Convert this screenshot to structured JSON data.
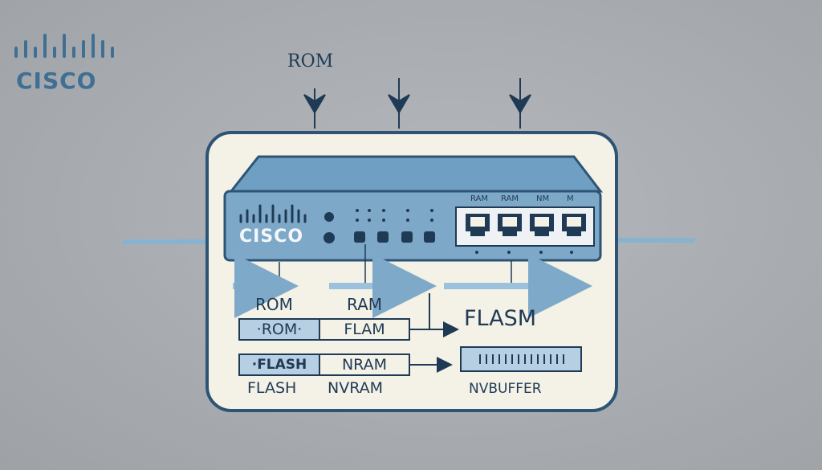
{
  "logo": {
    "word": "CISCO"
  },
  "device": {
    "logo_word": "CISCO",
    "port_labels": [
      "RAM",
      "RAM",
      "NM",
      "M"
    ]
  },
  "labels": {
    "top_rom": "ROM",
    "row_rom": "ROM",
    "row_ram": "RAM",
    "flasm": "FLASM",
    "cell_rom": "·ROM·",
    "cell_flam": "FLAM",
    "cell_flash": "·FLASH",
    "cell_nvram": "NRAM",
    "bottom_flash": "FLASH",
    "bottom_nvram": "NVRAM",
    "nvbuffer": "NVBUFFER"
  },
  "colors": {
    "accent": "#6f9fc2",
    "dark": "#1f3a55",
    "panel": "#f4f1e6",
    "device_body": "#7ea8c8"
  }
}
